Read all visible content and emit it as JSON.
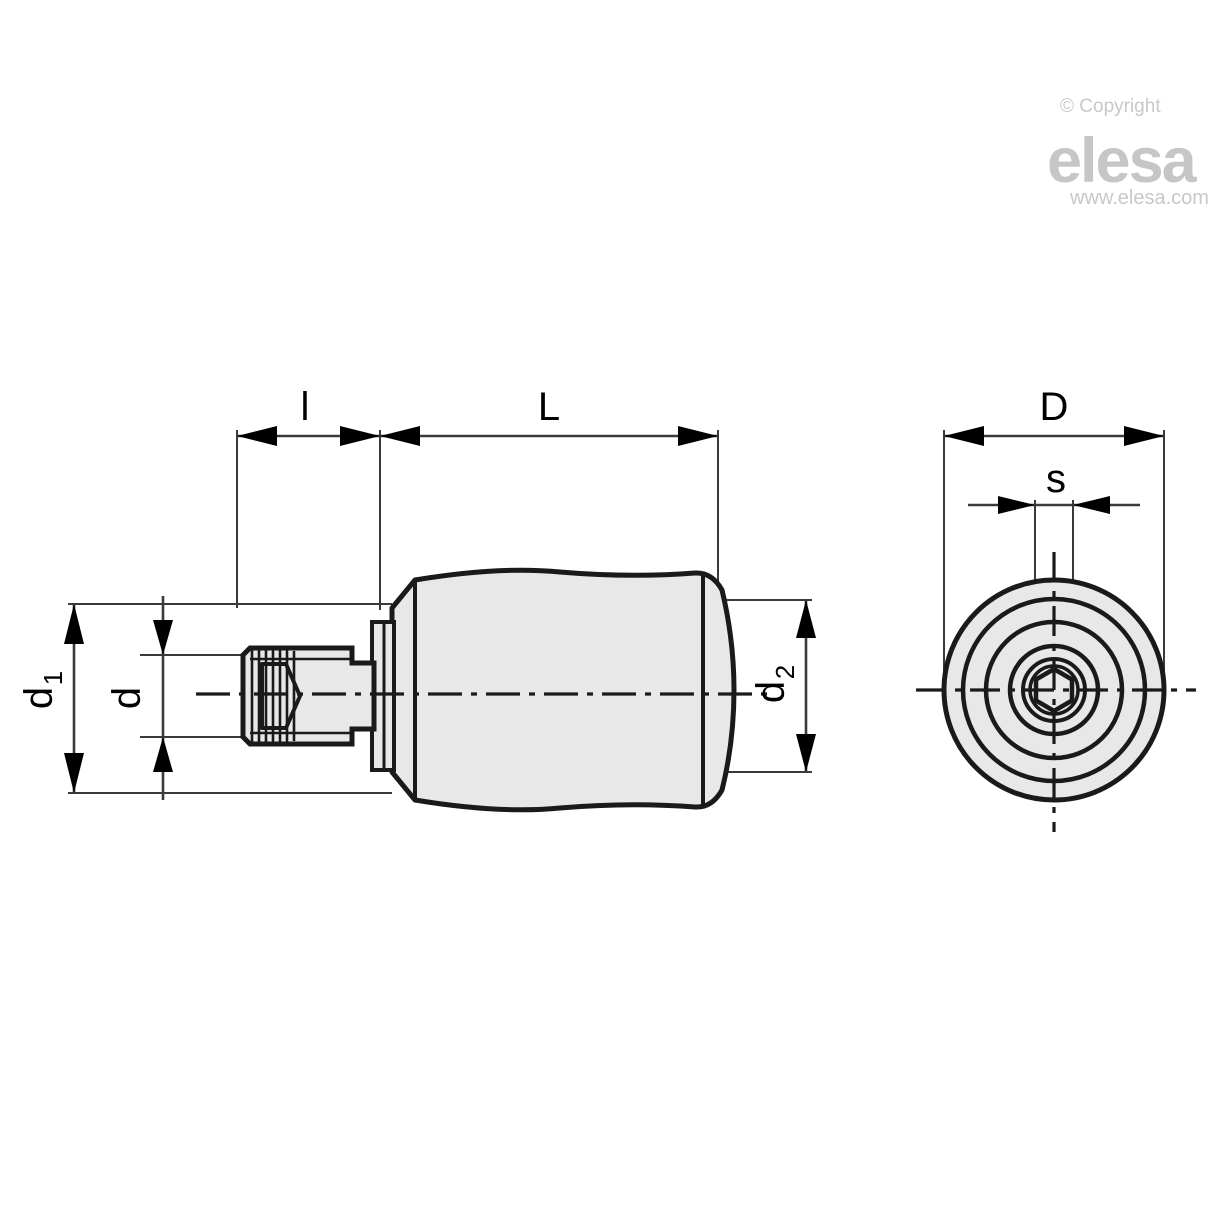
{
  "drawing": {
    "type": "technical-engineering-drawing",
    "subject": "Revolving handle knob with threaded stud",
    "background_color": "#ffffff",
    "line_color": "#1a1a1a",
    "fill_color": "#e8e8e8",
    "views": [
      {
        "id": "side-view",
        "name": "Side sectional view"
      },
      {
        "id": "end-view",
        "name": "End / front view"
      }
    ]
  },
  "dimensions": {
    "l": {
      "label": "l",
      "view": "side-view",
      "orientation": "horizontal",
      "description": "Thread length"
    },
    "L": {
      "label": "L",
      "view": "side-view",
      "orientation": "horizontal",
      "description": "Knob body length"
    },
    "d1": {
      "label": "d",
      "sub": "1",
      "view": "side-view",
      "orientation": "vertical",
      "description": "Shoulder diameter"
    },
    "d": {
      "label": "d",
      "view": "side-view",
      "orientation": "vertical",
      "description": "Thread diameter"
    },
    "d2": {
      "label": "d",
      "sub": "2",
      "view": "side-view",
      "orientation": "vertical",
      "description": "Knob small diameter"
    },
    "D": {
      "label": "D",
      "view": "end-view",
      "orientation": "horizontal",
      "description": "Knob outer diameter"
    },
    "s": {
      "label": "s",
      "view": "end-view",
      "orientation": "horizontal",
      "description": "Hex socket width across flats"
    }
  },
  "watermark": {
    "copyright": "© Copyright",
    "brand": "elesa",
    "url": "www.elesa.com",
    "color": "#c6c6c6"
  }
}
